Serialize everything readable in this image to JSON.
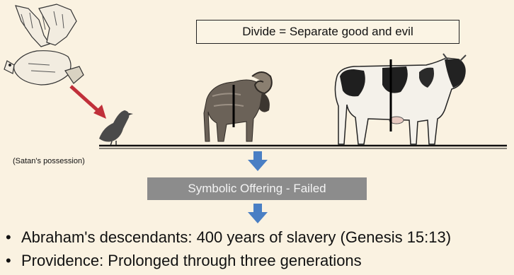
{
  "divide_label": "Divide = Separate good and evil",
  "possession_caption": "(Satan's possession)",
  "offering_label": "Symbolic Offering - Failed",
  "bullets": [
    "Abraham's descendants: 400 years of slavery (Genesis 15:13)",
    "Providence: Prolonged through three generations"
  ],
  "icons": [
    "eagle-icon",
    "dove-icon",
    "ram-icon",
    "cow-icon",
    "red-arrow-icon",
    "blue-down-arrow-icon"
  ],
  "colors": {
    "background": "#faf2e1",
    "red_arrow": "#c0303a",
    "blue_arrow": "#4a7fc4",
    "offering_box": "#8c8c8c"
  }
}
